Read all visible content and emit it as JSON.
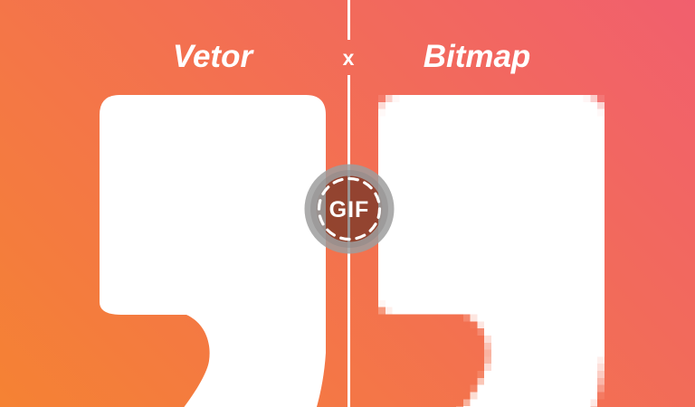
{
  "header": {
    "left_title": "Vetor",
    "separator": "x",
    "right_title": "Bitmap"
  },
  "badge": {
    "label": "GIF"
  },
  "colors": {
    "gradient_top_right": "#f15f6e",
    "gradient_bottom_left": "#f58233",
    "shape_fill": "#ffffff",
    "divider": "#ffffff",
    "title_text": "#ffffff",
    "badge_overlay": "rgba(32,14,8,0.45)",
    "badge_ring": "rgba(158,158,158,0.85)",
    "badge_dash": "#ffffff"
  }
}
